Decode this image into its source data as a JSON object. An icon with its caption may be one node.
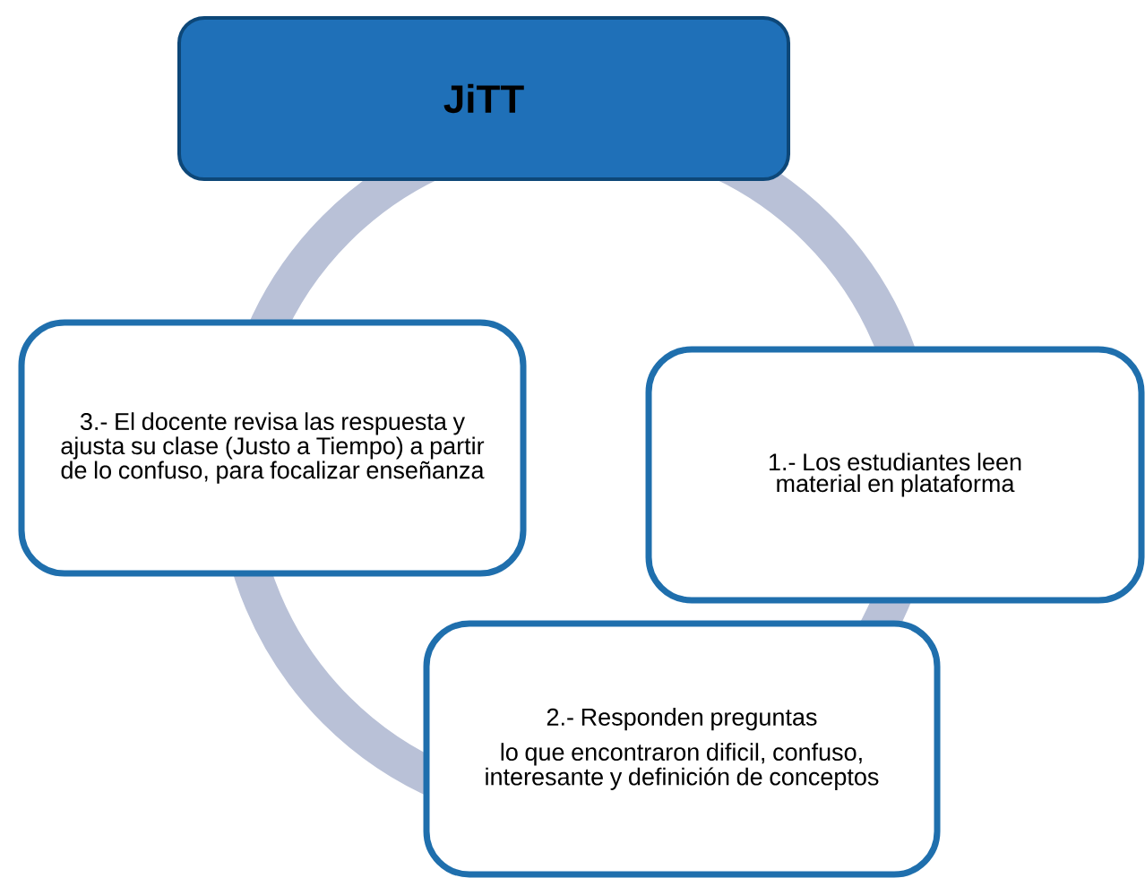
{
  "diagram": {
    "nodes": [
      {
        "text": [
          "JiTT"
        ]
      },
      {
        "text": [
          "1.- Los estudiantes leen material en plataforma"
        ]
      },
      {
        "text": [
          "2.- Responden preguntas",
          "lo que encontraron dificil, confuso, interesante y definición de conceptos"
        ]
      },
      {
        "text": [
          "3.- El docente revisa las respuesta y ajusta su clase (Justo a Tiempo) a partir de lo confuso, para focalizar enseñanza"
        ]
      }
    ]
  }
}
